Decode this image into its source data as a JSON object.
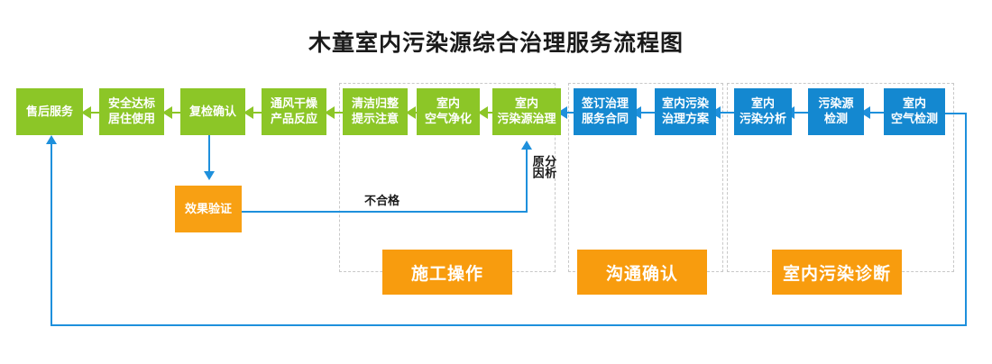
{
  "title": "木童室内污染源综合治理服务流程图",
  "colors": {
    "green": "#8CC627",
    "blue": "#1488D0",
    "orange": "#F8A013",
    "connector": "#1E90DC",
    "group_border": "#c8c8c8",
    "title_text": "#1a1a1a"
  },
  "nodes": {
    "after_sales": "售后服务",
    "safety_living": "安全达标\n居住使用",
    "recheck": "复检确认",
    "ventilate_dry": "通风干燥\n产品反应",
    "clean_tidy": "清洁归整\n提示注意",
    "air_purify": "室内\n空气净化",
    "source_treat": "室内\n污染源治理",
    "sign_contract": "签订治理\n服务合同",
    "treat_plan": "室内污染\n治理方案",
    "pollution_analysis": "室内\n污染分析",
    "source_detect": "污染源\n检测",
    "air_detect": "室内\n空气检测",
    "effect_verify": "效果验证"
  },
  "groups": [
    {
      "id": "construction",
      "label": "施工操作"
    },
    {
      "id": "communication",
      "label": "沟通确认"
    },
    {
      "id": "diagnosis",
      "label": "室内污染诊断"
    }
  ],
  "edge_labels": {
    "fail": "不合格",
    "analyze_cause": "分析\n原因"
  }
}
